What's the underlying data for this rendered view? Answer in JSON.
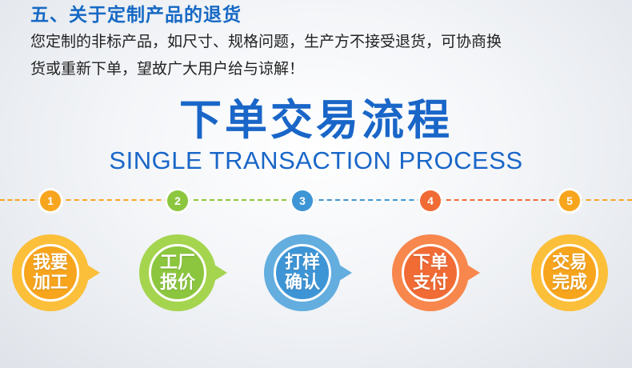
{
  "notice": {
    "title": "五、关于定制产品的退货",
    "line1": "您定制的非标产品，如尺寸、规格问题，生产方不接受退货，可协商换",
    "line2": "货或重新下单，望故广大用户给与谅解！"
  },
  "process": {
    "title": "下单交易流程",
    "subtitle": "SINGLE TRANSACTION PROCESS",
    "steps": [
      {
        "number": "1",
        "label": "我要加工",
        "color": "#f7a51d",
        "ring": "#fbbf3a"
      },
      {
        "number": "2",
        "label": "工厂报价",
        "color": "#8cc63f",
        "ring": "#a5d44f"
      },
      {
        "number": "3",
        "label": "打样确认",
        "color": "#3e95d6",
        "ring": "#63addf"
      },
      {
        "number": "4",
        "label": "下单支付",
        "color": "#f16b35",
        "ring": "#f7874d"
      },
      {
        "number": "5",
        "label": "交易完成",
        "color": "#f7a51d",
        "ring": "#fbbf3a"
      }
    ]
  }
}
